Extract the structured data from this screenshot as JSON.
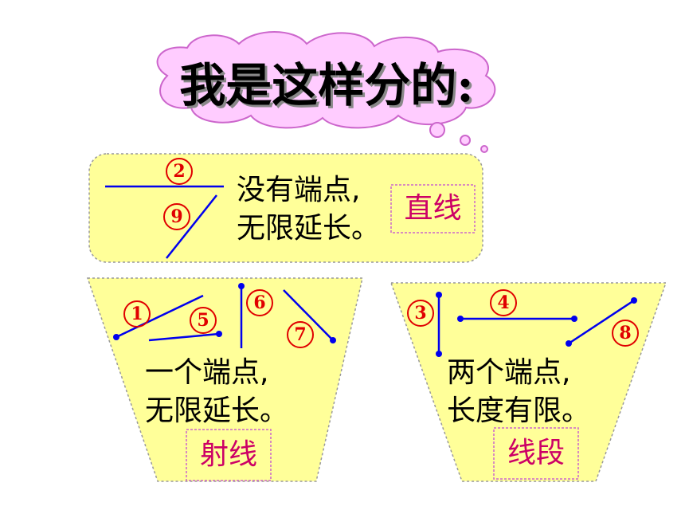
{
  "title": "我是这样分的:",
  "groups": {
    "line": {
      "desc1": "没有端点,",
      "desc2": "无限延长。",
      "label": "直线"
    },
    "ray": {
      "desc1": "一个端点,",
      "desc2": "无限延长。",
      "label": "射线"
    },
    "segment": {
      "desc1": "两个端点,",
      "desc2": "长度有限。",
      "label": "线段"
    }
  },
  "markers": {
    "m1": "1",
    "m2": "2",
    "m3": "3",
    "m4": "4",
    "m5": "5",
    "m6": "6",
    "m7": "7",
    "m8": "8",
    "m9": "9"
  },
  "colors": {
    "card_fill": "#ffff99",
    "line": "#0000ee",
    "label": "#cc0066",
    "marker": "#e00000",
    "cloud": "#ffccff",
    "cloud_border": "#cc66cc"
  }
}
